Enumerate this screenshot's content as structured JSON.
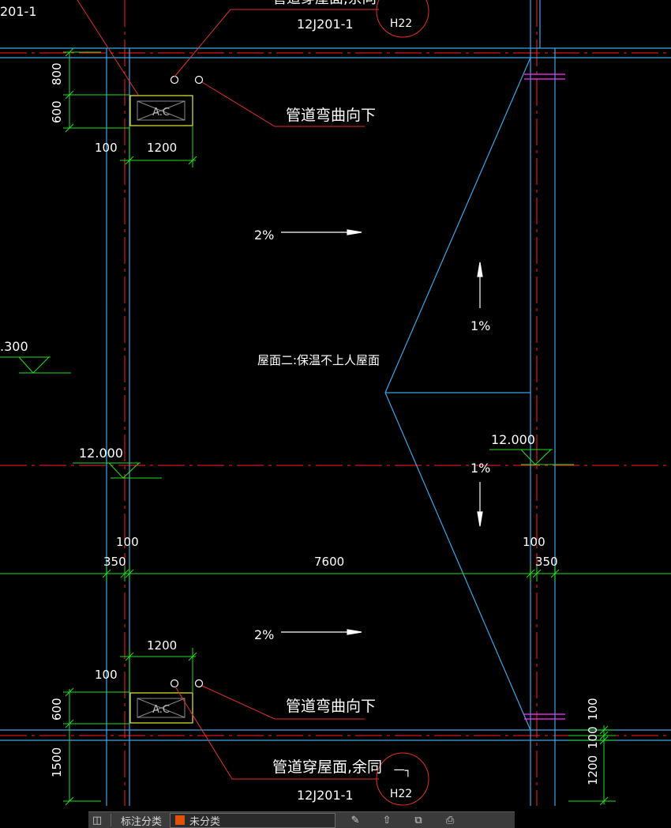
{
  "colors": {
    "background": "#000000",
    "axis_red": "#ff2020",
    "dim_green": "#22dd22",
    "wall_cyan": "#3aa6e8",
    "leader_red": "#e0302a",
    "box_yellow": "#e8e83a",
    "text_white": "#ffffff",
    "magenta": "#ff33ff"
  },
  "labels": {
    "top_ref_partial": "201-1",
    "top_note_partial": "管道穿屋面,余同",
    "top_standard": "12J201-1",
    "top_detail": "H22",
    "pipe_bend_top": "管道弯曲向下",
    "pipe_bend_bottom": "管道弯曲向下",
    "vent_top": "A.C",
    "vent_bottom": "A.C",
    "roof_name": "屋面二:保温不上人屋面",
    "slope_top": "2%",
    "slope_bottom": "2%",
    "slope_right_up": "1%",
    "slope_right_down": "1%",
    "elev_left_partial": ".300",
    "elev_left": "12.000",
    "elev_right": "12.000",
    "bottom_note": "管道穿屋面,余同",
    "bottom_standard": "12J201-1",
    "bottom_detail": "H22",
    "bottom_detail_mark": "一┐"
  },
  "dimensions": {
    "left_800": "800",
    "left_600_top": "600",
    "left_100_top": "100",
    "width_1200_top": "1200",
    "width_1200_bottom": "1200",
    "left_100_bottom": "100",
    "left_600_bottom": "600",
    "left_1500": "1500",
    "dim_100_left": "100",
    "dim_350_left": "350",
    "span_7600": "7600",
    "dim_100_right": "100",
    "dim_350_right": "350",
    "right_100_a": "100",
    "right_100_b": "100",
    "right_1200": "1200"
  },
  "toolbar": {
    "icon_1": "layers-icon",
    "label_1": "标注分类",
    "tab_label": "未分类",
    "icons_right": [
      "edit-icon",
      "export-icon",
      "copy-icon",
      "print-icon"
    ]
  }
}
